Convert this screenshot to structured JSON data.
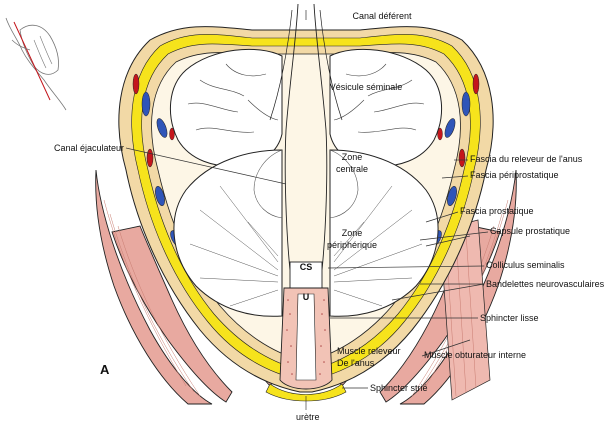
{
  "labels": {
    "canal_deferent": "Canal déférent",
    "vesicule_seminale": "Vésicule séminale",
    "canal_ejaculateur": "Canal éjaculateur",
    "zone_centrale_1": "Zone",
    "zone_centrale_2": "centrale",
    "zone_peripherique_1": "Zone",
    "zone_peripherique_2": "périphérique",
    "fascia_releveur": "Fascia du releveur de l'anus",
    "fascia_periprostatique": "Fascia périprostatique",
    "fascia_prostatique": "Fascia prostatique",
    "capsule_prostatique": "Capsule prostatique",
    "colliculus": "Colliculus seminalis",
    "bandelettes": "Bandelettes neurovasculaires",
    "sphincter_lisse": "Sphincter lisse",
    "muscle_releveur_1": "Muscle releveur",
    "muscle_releveur_2": "De l'anus",
    "muscle_obturateur": "Muscle obturateur interne",
    "sphincter_strie": "Sphincter strié",
    "uretre": "urètre",
    "cs": "CS",
    "u": "U",
    "panel": "A"
  },
  "colors": {
    "muscle": "#e8a9a0",
    "muscle_dark": "#c97d72",
    "fascia_yellow": "#f6e31c",
    "capsule_tan": "#f2d9a6",
    "vein_blue": "#2f55b8",
    "artery_red": "#c4161c",
    "outline": "#222222"
  }
}
